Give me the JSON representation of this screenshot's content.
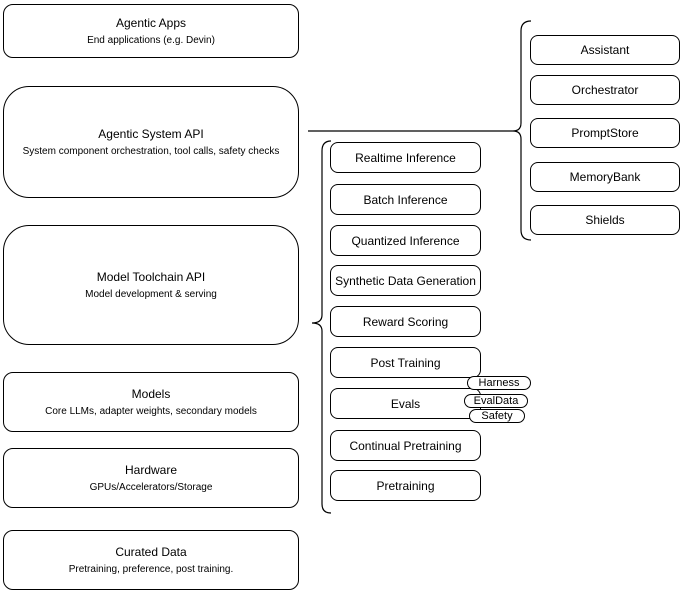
{
  "canvas": {
    "background": "#ffffff",
    "stroke_color": "#000000",
    "text_color": "#000000"
  },
  "left_column": {
    "boxes": [
      {
        "title": "Agentic Apps",
        "subtitle": "End applications (e.g. Devin)"
      },
      {
        "title": "Agentic System API",
        "subtitle": "System component orchestration, tool calls, safety checks"
      },
      {
        "title": "Model Toolchain API",
        "subtitle": "Model development & serving"
      },
      {
        "title": "Models",
        "subtitle": "Core LLMs, adapter weights, secondary models"
      },
      {
        "title": "Hardware",
        "subtitle": "GPUs/Accelerators/Storage"
      },
      {
        "title": "Curated Data",
        "subtitle": "Pretraining, preference, post training."
      }
    ]
  },
  "middle_column": {
    "boxes": [
      {
        "label": "Realtime Inference"
      },
      {
        "label": "Batch Inference"
      },
      {
        "label": "Quantized Inference"
      },
      {
        "label": "Synthetic Data Generation"
      },
      {
        "label": "Reward Scoring"
      },
      {
        "label": "Post Training"
      },
      {
        "label": "Evals"
      },
      {
        "label": "Continual Pretraining"
      },
      {
        "label": "Pretraining"
      }
    ],
    "eval_tags": [
      {
        "label": "Harness"
      },
      {
        "label": "EvalData"
      },
      {
        "label": "Safety"
      }
    ]
  },
  "right_column": {
    "boxes": [
      {
        "label": "Assistant"
      },
      {
        "label": "Orchestrator"
      },
      {
        "label": "PromptStore"
      },
      {
        "label": "MemoryBank"
      },
      {
        "label": "Shields"
      }
    ]
  }
}
